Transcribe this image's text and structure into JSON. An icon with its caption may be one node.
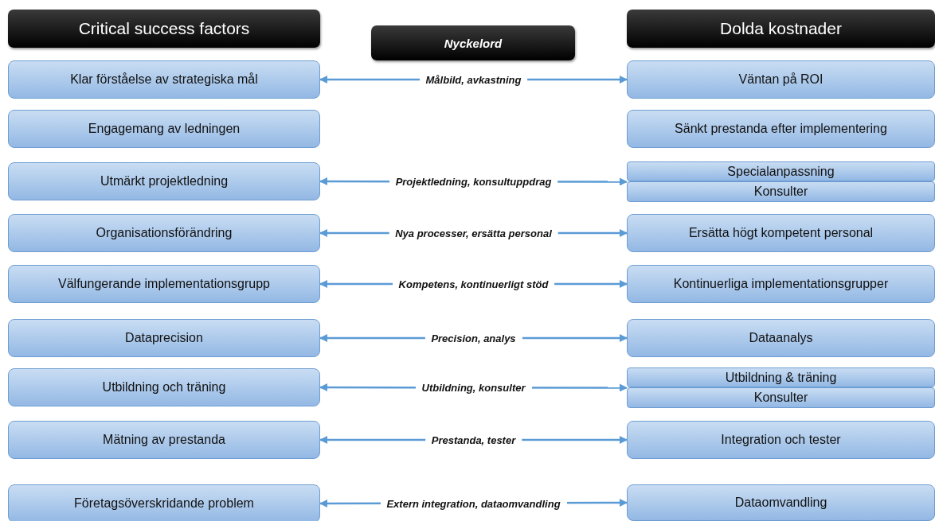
{
  "diagram": {
    "nodes": [
      {
        "text": [
          "Critical success factors"
        ]
      },
      {
        "text": [
          "Nyckelord"
        ]
      },
      {
        "text": [
          "Dolda kostnader"
        ]
      },
      {
        "text": [
          "Klar förståelse av strategiska mål"
        ]
      },
      {
        "text": [
          "Väntan på ROI"
        ]
      },
      {
        "text": [
          "Engagemang av ledningen"
        ]
      },
      {
        "text": [
          "Sänkt prestanda efter implementering"
        ]
      },
      {
        "text": [
          "Utmärkt projektledning"
        ]
      },
      {
        "text": [
          "Specialanpassning"
        ]
      },
      {
        "text": [
          "Konsulter"
        ]
      },
      {
        "text": [
          "Organisationsförändring"
        ]
      },
      {
        "text": [
          "Ersätta högt kompetent personal"
        ]
      },
      {
        "text": [
          "Välfungerande implementationsgrupp"
        ]
      },
      {
        "text": [
          "Kontinuerliga implementationsgrupper"
        ]
      },
      {
        "text": [
          "Dataprecision"
        ]
      },
      {
        "text": [
          "Dataanalys"
        ]
      },
      {
        "text": [
          "Utbildning och träning"
        ]
      },
      {
        "text": [
          "Utbildning & träning"
        ]
      },
      {
        "text": [
          "Konsulter"
        ]
      },
      {
        "text": [
          "Mätning av prestanda"
        ]
      },
      {
        "text": [
          "Integration och tester"
        ]
      },
      {
        "text": [
          "Företagsöverskridande problem"
        ]
      },
      {
        "text": [
          "Dataomvandling"
        ]
      }
    ],
    "edges": [
      {
        "from": 3,
        "to": 4,
        "arrow": "both",
        "label": "Målbild, avkastning"
      },
      {
        "from": 7,
        "to": 8,
        "arrow": "both",
        "label": "Projektledning, konsultuppdrag"
      },
      {
        "from": 7,
        "to": 9,
        "arrow": "both"
      },
      {
        "from": 10,
        "to": 11,
        "arrow": "both",
        "label": "Nya processer, ersätta personal"
      },
      {
        "from": 12,
        "to": 13,
        "arrow": "both",
        "label": "Kompetens, kontinuerligt stöd"
      },
      {
        "from": 14,
        "to": 15,
        "arrow": "both",
        "label": "Precision, analys"
      },
      {
        "from": 16,
        "to": 17,
        "arrow": "both",
        "label": "Utbildning, konsulter"
      },
      {
        "from": 16,
        "to": 18,
        "arrow": "both"
      },
      {
        "from": 19,
        "to": 20,
        "arrow": "both",
        "label": "Prestanda, tester"
      },
      {
        "from": 21,
        "to": 22,
        "arrow": "both",
        "label": "Extern integration, dataomvandling"
      }
    ]
  }
}
